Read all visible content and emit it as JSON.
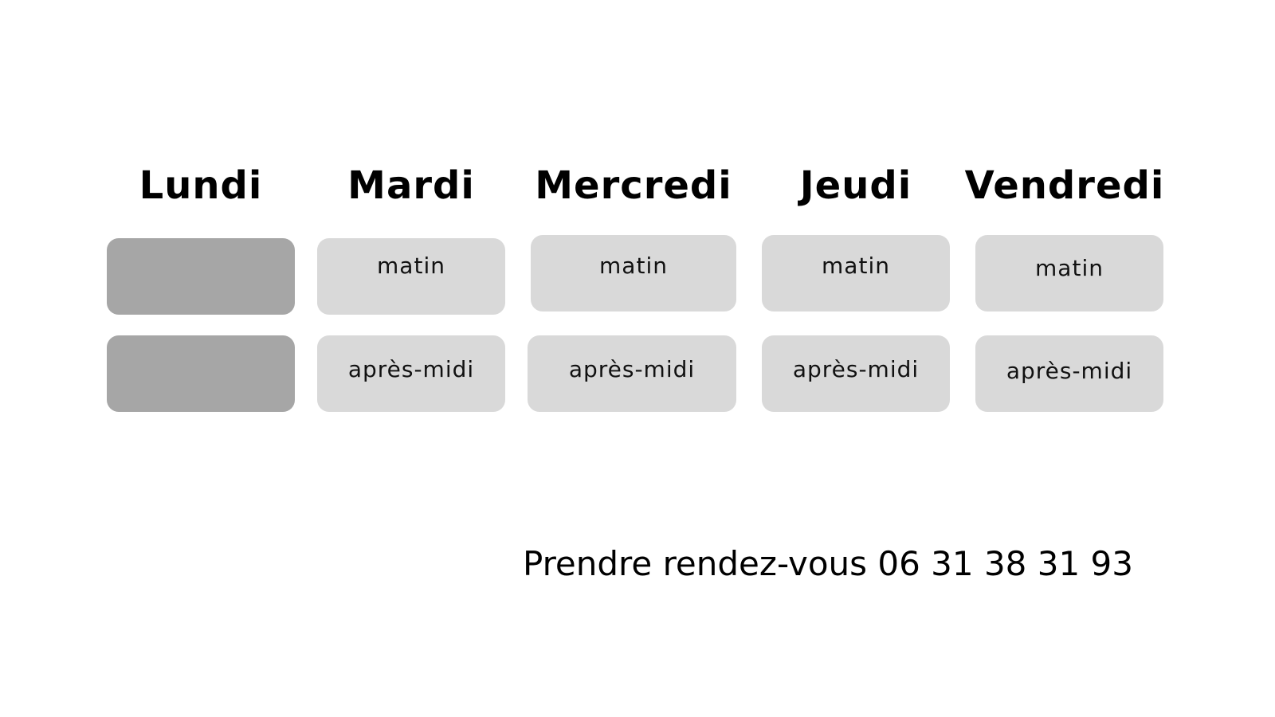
{
  "days": [
    {
      "name": "Lundi",
      "morning": "",
      "afternoon": "",
      "available": false
    },
    {
      "name": "Mardi",
      "morning": "matin",
      "afternoon": "après-midi",
      "available": true
    },
    {
      "name": "Mercredi",
      "morning": "matin",
      "afternoon": "après-midi",
      "available": true
    },
    {
      "name": "Jeudi",
      "morning": "matin",
      "afternoon": "après-midi",
      "available": true
    },
    {
      "name": "Vendredi",
      "morning": "matin",
      "afternoon": "après-midi",
      "available": true
    }
  ],
  "contact": {
    "text": "Prendre rendez-vous 06 31 38 31 93"
  },
  "colors": {
    "background": "#ffffff",
    "slot_available": "#d9d9d9",
    "slot_unavailable": "#a6a6a6",
    "text": "#000000"
  }
}
